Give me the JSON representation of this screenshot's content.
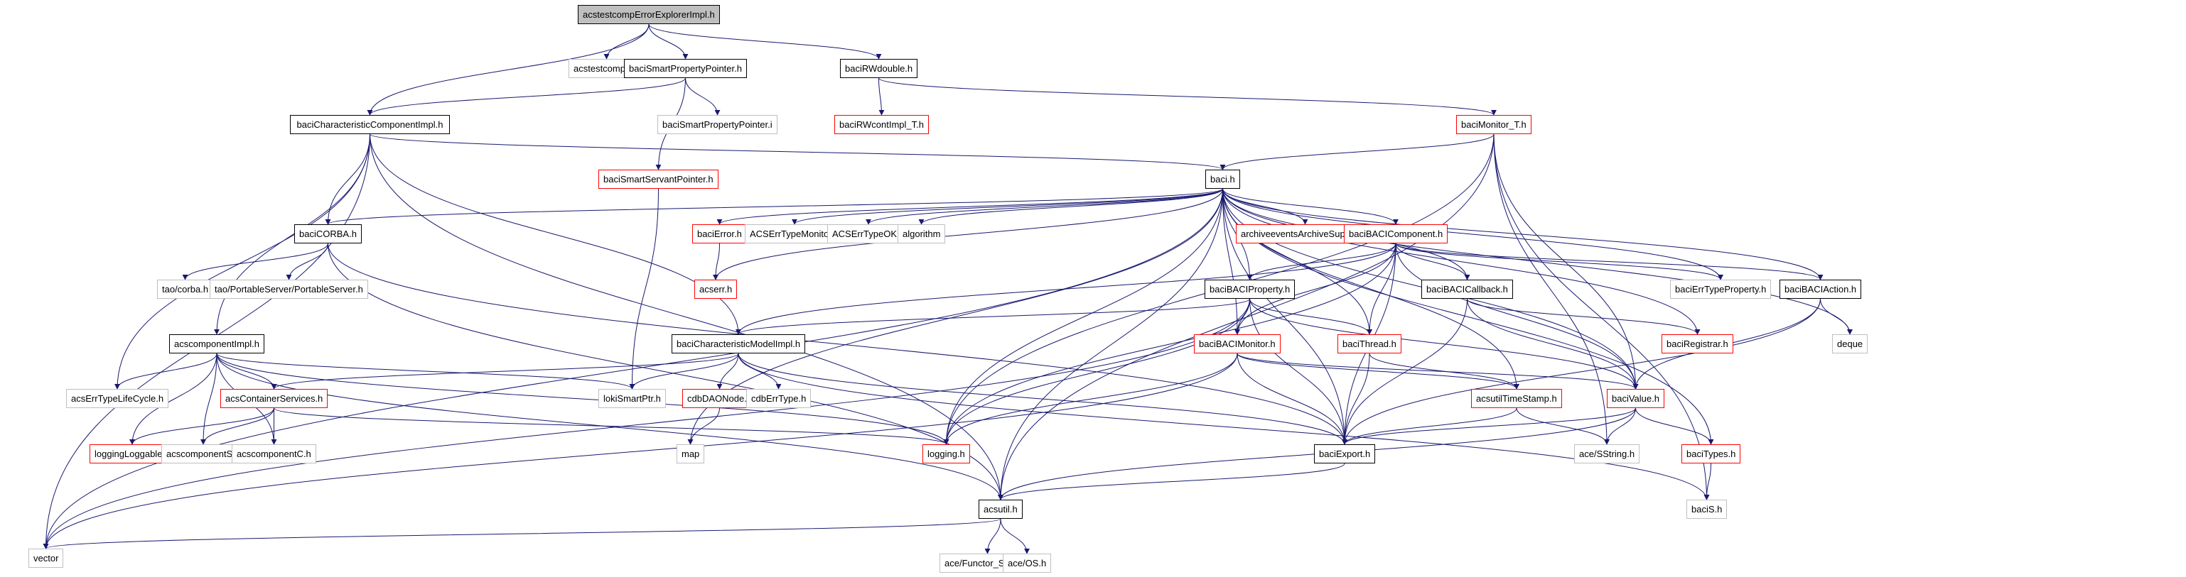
{
  "diagram": {
    "type": "include-dependency-graph",
    "edge_color": "#191970",
    "legend_colors": {
      "root_fill": "#bfbfbf",
      "documented_border": "#000000",
      "truncated_border": "#ff0000",
      "undocumented_border": "#bfbfbf"
    },
    "nodes": [
      {
        "id": "root",
        "label": "acstestcompErrorExplorerImpl.h",
        "style": "root"
      },
      {
        "id": "acstestcompS",
        "label": "acstestcompS.h",
        "style": "gray"
      },
      {
        "id": "baciSmartPropertyPointer",
        "label": "baciSmartPropertyPointer.h",
        "style": "normal"
      },
      {
        "id": "baciRWdouble",
        "label": "baciRWdouble.h",
        "style": "normal"
      },
      {
        "id": "baciCharacteristicComponentImpl",
        "label": "baciCharacteristicComponentImpl.h",
        "style": "normal"
      },
      {
        "id": "baciSmartPropertyPointerI",
        "label": "baciSmartPropertyPointer.i",
        "style": "gray"
      },
      {
        "id": "baciRWcontImpl_T",
        "label": "baciRWcontImpl_T.h",
        "style": "red"
      },
      {
        "id": "baciMonitor_T",
        "label": "baciMonitor_T.h",
        "style": "red"
      },
      {
        "id": "baciSmartServantPointer",
        "label": "baciSmartServantPointer.h",
        "style": "red"
      },
      {
        "id": "baci",
        "label": "baci.h",
        "style": "normal"
      },
      {
        "id": "baciCORBA",
        "label": "baciCORBA.h",
        "style": "normal"
      },
      {
        "id": "baciError",
        "label": "baciError.h",
        "style": "red"
      },
      {
        "id": "ACSErrTypeMonitor",
        "label": "ACSErrTypeMonitor.h",
        "style": "gray"
      },
      {
        "id": "ACSErrTypeOK",
        "label": "ACSErrTypeOK.h",
        "style": "gray"
      },
      {
        "id": "algorithm",
        "label": "algorithm",
        "style": "gray"
      },
      {
        "id": "archiveevents",
        "label": "archiveeventsArchiveSupplier.h",
        "style": "red"
      },
      {
        "id": "baciBACIComponent",
        "label": "baciBACIComponent.h",
        "style": "red"
      },
      {
        "id": "taoCorba",
        "label": "tao/corba.h",
        "style": "gray"
      },
      {
        "id": "taoPortableServer",
        "label": "tao/PortableServer/PortableServer.h",
        "style": "gray"
      },
      {
        "id": "acserr",
        "label": "acserr.h",
        "style": "red"
      },
      {
        "id": "baciBACIProperty",
        "label": "baciBACIProperty.h",
        "style": "normal"
      },
      {
        "id": "baciBACICallback",
        "label": "baciBACICallback.h",
        "style": "normal"
      },
      {
        "id": "baciErrTypeProperty",
        "label": "baciErrTypeProperty.h",
        "style": "gray"
      },
      {
        "id": "baciBACIAction",
        "label": "baciBACIAction.h",
        "style": "normal"
      },
      {
        "id": "acscomponentImpl",
        "label": "acscomponentImpl.h",
        "style": "normal"
      },
      {
        "id": "baciCharacteristicModelImpl",
        "label": "baciCharacteristicModelImpl.h",
        "style": "normal"
      },
      {
        "id": "baciBACIMonitor",
        "label": "baciBACIMonitor.h",
        "style": "red"
      },
      {
        "id": "baciThread",
        "label": "baciThread.h",
        "style": "red"
      },
      {
        "id": "baciRegistrar",
        "label": "baciRegistrar.h",
        "style": "red"
      },
      {
        "id": "deque",
        "label": "deque",
        "style": "gray"
      },
      {
        "id": "acsErrTypeLifeCycle",
        "label": "acsErrTypeLifeCycle.h",
        "style": "gray"
      },
      {
        "id": "lokiSmartPtr",
        "label": "lokiSmartPtr.h",
        "style": "gray"
      },
      {
        "id": "acsContainerServices",
        "label": "acsContainerServices.h",
        "style": "red"
      },
      {
        "id": "cdbDAONode",
        "label": "cdbDAONode.h",
        "style": "red"
      },
      {
        "id": "cdbErrType",
        "label": "cdbErrType.h",
        "style": "gray"
      },
      {
        "id": "acsutilTimeStamp",
        "label": "acsutilTimeStamp.h",
        "style": "red"
      },
      {
        "id": "baciValue",
        "label": "baciValue.h",
        "style": "red"
      },
      {
        "id": "loggingLoggable",
        "label": "loggingLoggable.h",
        "style": "red"
      },
      {
        "id": "acscomponentS",
        "label": "acscomponentS.h",
        "style": "gray"
      },
      {
        "id": "acscomponentC",
        "label": "acscomponentC.h",
        "style": "gray"
      },
      {
        "id": "map",
        "label": "map",
        "style": "gray"
      },
      {
        "id": "logging",
        "label": "logging.h",
        "style": "red"
      },
      {
        "id": "baciExport",
        "label": "baciExport.h",
        "style": "normal"
      },
      {
        "id": "aceSString",
        "label": "ace/SString.h",
        "style": "gray"
      },
      {
        "id": "baciTypes",
        "label": "baciTypes.h",
        "style": "red"
      },
      {
        "id": "acsutil",
        "label": "acsutil.h",
        "style": "normal"
      },
      {
        "id": "baciS",
        "label": "baciS.h",
        "style": "gray"
      },
      {
        "id": "vector",
        "label": "vector",
        "style": "gray"
      },
      {
        "id": "aceFunctorString",
        "label": "ace/Functor_String.h",
        "style": "gray"
      },
      {
        "id": "aceOS",
        "label": "ace/OS.h",
        "style": "gray"
      }
    ],
    "edges": [
      [
        "root",
        "baciCharacteristicComponentImpl"
      ],
      [
        "root",
        "acstestcompS"
      ],
      [
        "root",
        "baciSmartPropertyPointer"
      ],
      [
        "root",
        "baciRWdouble"
      ],
      [
        "baciSmartPropertyPointer",
        "baciCharacteristicComponentImpl"
      ],
      [
        "baciSmartPropertyPointer",
        "baciSmartPropertyPointerI"
      ],
      [
        "baciSmartPropertyPointer",
        "baciSmartServantPointer"
      ],
      [
        "baciRWdouble",
        "baciRWcontImpl_T"
      ],
      [
        "baciRWdouble",
        "baciMonitor_T"
      ],
      [
        "baciMonitor_T",
        "baci"
      ],
      [
        "baciMonitor_T",
        "baciValue"
      ],
      [
        "baciMonitor_T",
        "acsutil"
      ],
      [
        "baciMonitor_T",
        "baciS"
      ],
      [
        "baciMonitor_T",
        "logging"
      ],
      [
        "baciMonitor_T",
        "aceSString"
      ],
      [
        "baciCharacteristicComponentImpl",
        "baci"
      ],
      [
        "baciCharacteristicComponentImpl",
        "baciCORBA"
      ],
      [
        "baciCharacteristicComponentImpl",
        "acscomponentImpl"
      ],
      [
        "baciCharacteristicComponentImpl",
        "baciCharacteristicModelImpl"
      ],
      [
        "baciCharacteristicComponentImpl",
        "acsErrTypeLifeCycle"
      ],
      [
        "baciCharacteristicComponentImpl",
        "vector"
      ],
      [
        "baciCharacteristicComponentImpl",
        "acsutil"
      ],
      [
        "baciSmartServantPointer",
        "lokiSmartPtr"
      ],
      [
        "baci",
        "baciCORBA"
      ],
      [
        "baci",
        "baciError"
      ],
      [
        "baci",
        "ACSErrTypeMonitor"
      ],
      [
        "baci",
        "ACSErrTypeOK"
      ],
      [
        "baci",
        "algorithm"
      ],
      [
        "baci",
        "archiveevents"
      ],
      [
        "baci",
        "baciBACIComponent"
      ],
      [
        "baci",
        "acserr"
      ],
      [
        "baci",
        "baciBACIProperty"
      ],
      [
        "baci",
        "baciBACICallback"
      ],
      [
        "baci",
        "baciErrTypeProperty"
      ],
      [
        "baci",
        "baciBACIAction"
      ],
      [
        "baci",
        "baciBACIMonitor"
      ],
      [
        "baci",
        "baciThread"
      ],
      [
        "baci",
        "baciRegistrar"
      ],
      [
        "baci",
        "deque"
      ],
      [
        "baci",
        "acsutilTimeStamp"
      ],
      [
        "baci",
        "baciValue"
      ],
      [
        "baci",
        "logging"
      ],
      [
        "baci",
        "baciExport"
      ],
      [
        "baci",
        "acsutil"
      ],
      [
        "baci",
        "baciTypes"
      ],
      [
        "baci",
        "map"
      ],
      [
        "baci",
        "vector"
      ],
      [
        "baciError",
        "acserr"
      ],
      [
        "baciCORBA",
        "taoCorba"
      ],
      [
        "baciCORBA",
        "taoPortableServer"
      ],
      [
        "baciCORBA",
        "acsutil"
      ],
      [
        "baciCORBA",
        "baciExport"
      ],
      [
        "baciBACIComponent",
        "baciBACIProperty"
      ],
      [
        "baciBACIComponent",
        "baciBACICallback"
      ],
      [
        "baciBACIComponent",
        "baciErrTypeProperty"
      ],
      [
        "baciBACIComponent",
        "baciBACIAction"
      ],
      [
        "baciBACIComponent",
        "baciBACIMonitor"
      ],
      [
        "baciBACIComponent",
        "baciThread"
      ],
      [
        "baciBACIComponent",
        "baciCharacteristicModelImpl"
      ],
      [
        "baciBACIComponent",
        "logging"
      ],
      [
        "baciBACIComponent",
        "baciExport"
      ],
      [
        "baciBACIComponent",
        "baciValue"
      ],
      [
        "baciBACIProperty",
        "baciCharacteristicModelImpl"
      ],
      [
        "baciBACIProperty",
        "baciBACIMonitor"
      ],
      [
        "baciBACIProperty",
        "baciThread"
      ],
      [
        "baciBACIProperty",
        "logging"
      ],
      [
        "baciBACIProperty",
        "baciExport"
      ],
      [
        "baciBACIProperty",
        "baciValue"
      ],
      [
        "baciBACIProperty",
        "vector"
      ],
      [
        "baciBACICallback",
        "baciRegistrar"
      ],
      [
        "baciBACICallback",
        "baciValue"
      ],
      [
        "baciBACICallback",
        "baciExport"
      ],
      [
        "baciBACIAction",
        "deque"
      ],
      [
        "baciBACIAction",
        "baciValue"
      ],
      [
        "baciBACIAction",
        "baciExport"
      ],
      [
        "acscomponentImpl",
        "acsErrTypeLifeCycle"
      ],
      [
        "acscomponentImpl",
        "loggingLoggable"
      ],
      [
        "acscomponentImpl",
        "acscomponentS"
      ],
      [
        "acscomponentImpl",
        "acscomponentC"
      ],
      [
        "acscomponentImpl",
        "acsContainerServices"
      ],
      [
        "acscomponentImpl",
        "lokiSmartPtr"
      ],
      [
        "acscomponentImpl",
        "logging"
      ],
      [
        "acscomponentImpl",
        "acsutil"
      ],
      [
        "baciCharacteristicModelImpl",
        "lokiSmartPtr"
      ],
      [
        "baciCharacteristicModelImpl",
        "cdbDAONode"
      ],
      [
        "baciCharacteristicModelImpl",
        "cdbErrType"
      ],
      [
        "baciCharacteristicModelImpl",
        "acsContainerServices"
      ],
      [
        "baciCharacteristicModelImpl",
        "baciExport"
      ],
      [
        "baciCharacteristicModelImpl",
        "baciS"
      ],
      [
        "baciBACIMonitor",
        "logging"
      ],
      [
        "baciBACIMonitor",
        "baciExport"
      ],
      [
        "baciBACIMonitor",
        "acsutilTimeStamp"
      ],
      [
        "baciBACIMonitor",
        "baciValue"
      ],
      [
        "baciBACIMonitor",
        "vector"
      ],
      [
        "baciThread",
        "baciExport"
      ],
      [
        "baciThread",
        "acsutilTimeStamp"
      ],
      [
        "acsContainerServices",
        "loggingLoggable"
      ],
      [
        "acsContainerServices",
        "acscomponentS"
      ],
      [
        "acsContainerServices",
        "acscomponentC"
      ],
      [
        "acsContainerServices",
        "logging"
      ],
      [
        "cdbDAONode",
        "map"
      ],
      [
        "acsutilTimeStamp",
        "aceSString"
      ],
      [
        "acsutilTimeStamp",
        "baciExport"
      ],
      [
        "baciValue",
        "baciExport"
      ],
      [
        "baciValue",
        "aceSString"
      ],
      [
        "baciValue",
        "baciTypes"
      ],
      [
        "baciValue",
        "acsutil"
      ],
      [
        "baciTypes",
        "baciS"
      ],
      [
        "baciExport",
        "acsutil"
      ],
      [
        "acsutil",
        "aceFunctorString"
      ],
      [
        "acsutil",
        "aceOS"
      ],
      [
        "acsutil",
        "vector"
      ]
    ]
  }
}
